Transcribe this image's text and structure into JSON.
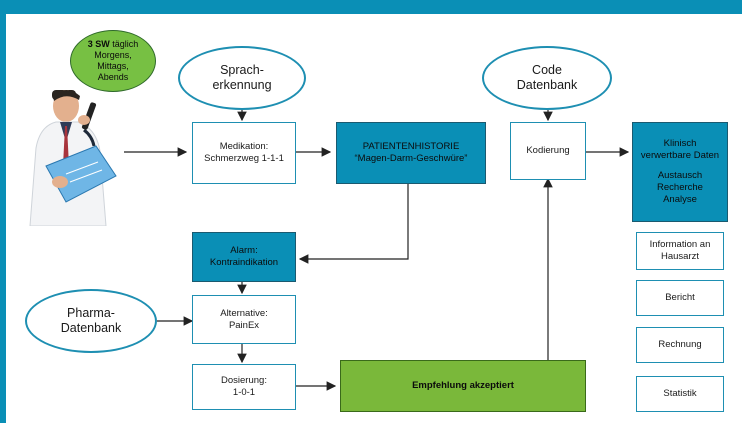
{
  "speech_bubble": {
    "bold": "3 SW",
    "rest": " täglich",
    "line2": "Morgens,",
    "line3": "Mittags,",
    "line4": "Abends"
  },
  "ovals": {
    "speech": [
      "Sprach-",
      "erkennung"
    ],
    "code": [
      "Code",
      "Datenbank"
    ],
    "pharma": [
      "Pharma-",
      "Datenbank"
    ]
  },
  "boxes": {
    "medikation": [
      "Medikation:",
      "Schmerzweg 1-1-1"
    ],
    "patient": [
      "PATIENTENHISTORIE",
      "“Magen-Darm-Geschwüre”"
    ],
    "kodierung": [
      "Kodierung"
    ],
    "klinisch": [
      "Klinisch",
      "verwertbare Daten",
      "",
      "Austausch",
      "Recherche",
      "Analyse"
    ],
    "alarm": [
      "Alarm:",
      "Kontraindikation"
    ],
    "alternative": [
      "Alternative:",
      "PainEx"
    ],
    "dosierung": [
      "Dosierung:",
      "1-0-1"
    ],
    "empfehlung": [
      "Empfehlung akzeptiert"
    ],
    "info": [
      "Information an",
      "Hausarzt"
    ],
    "bericht": [
      "Bericht"
    ],
    "rechnung": [
      "Rechnung"
    ],
    "statistik": [
      "Statistik"
    ]
  },
  "colors": {
    "frame": "#0a8fb6",
    "box_blue": "#0a8fb6",
    "box_green": "#7ab83a",
    "border": "#1e8fb2"
  },
  "icons": {
    "doctor": "doctor-with-dictaphone"
  }
}
